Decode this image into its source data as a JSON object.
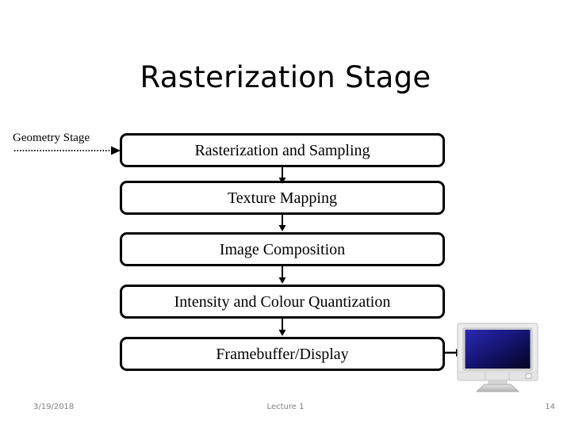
{
  "slide": {
    "title": "Rasterization Stage",
    "background_color": "#ffffff",
    "text_color": "#000000"
  },
  "diagram": {
    "incoming_label": "Geometry Stage",
    "incoming_arrow_style": "dotted",
    "boxes": [
      {
        "label": "Rasterization and Sampling"
      },
      {
        "label": "Texture Mapping"
      },
      {
        "label": "Image Composition"
      },
      {
        "label": "Intensity and Colour Quantization"
      },
      {
        "label": "Framebuffer/Display"
      }
    ],
    "output_device": {
      "name": "crt-monitor",
      "bezel_color": "#e8e8e8",
      "screen_color_top": "#2323a0",
      "screen_color_bottom": "#000033"
    },
    "border_color": "#000000",
    "arrow_color": "#000000"
  },
  "footer": {
    "date": "3/19/2018",
    "center": "Lecture 1",
    "page_number": "14",
    "text_color": "#808080"
  }
}
